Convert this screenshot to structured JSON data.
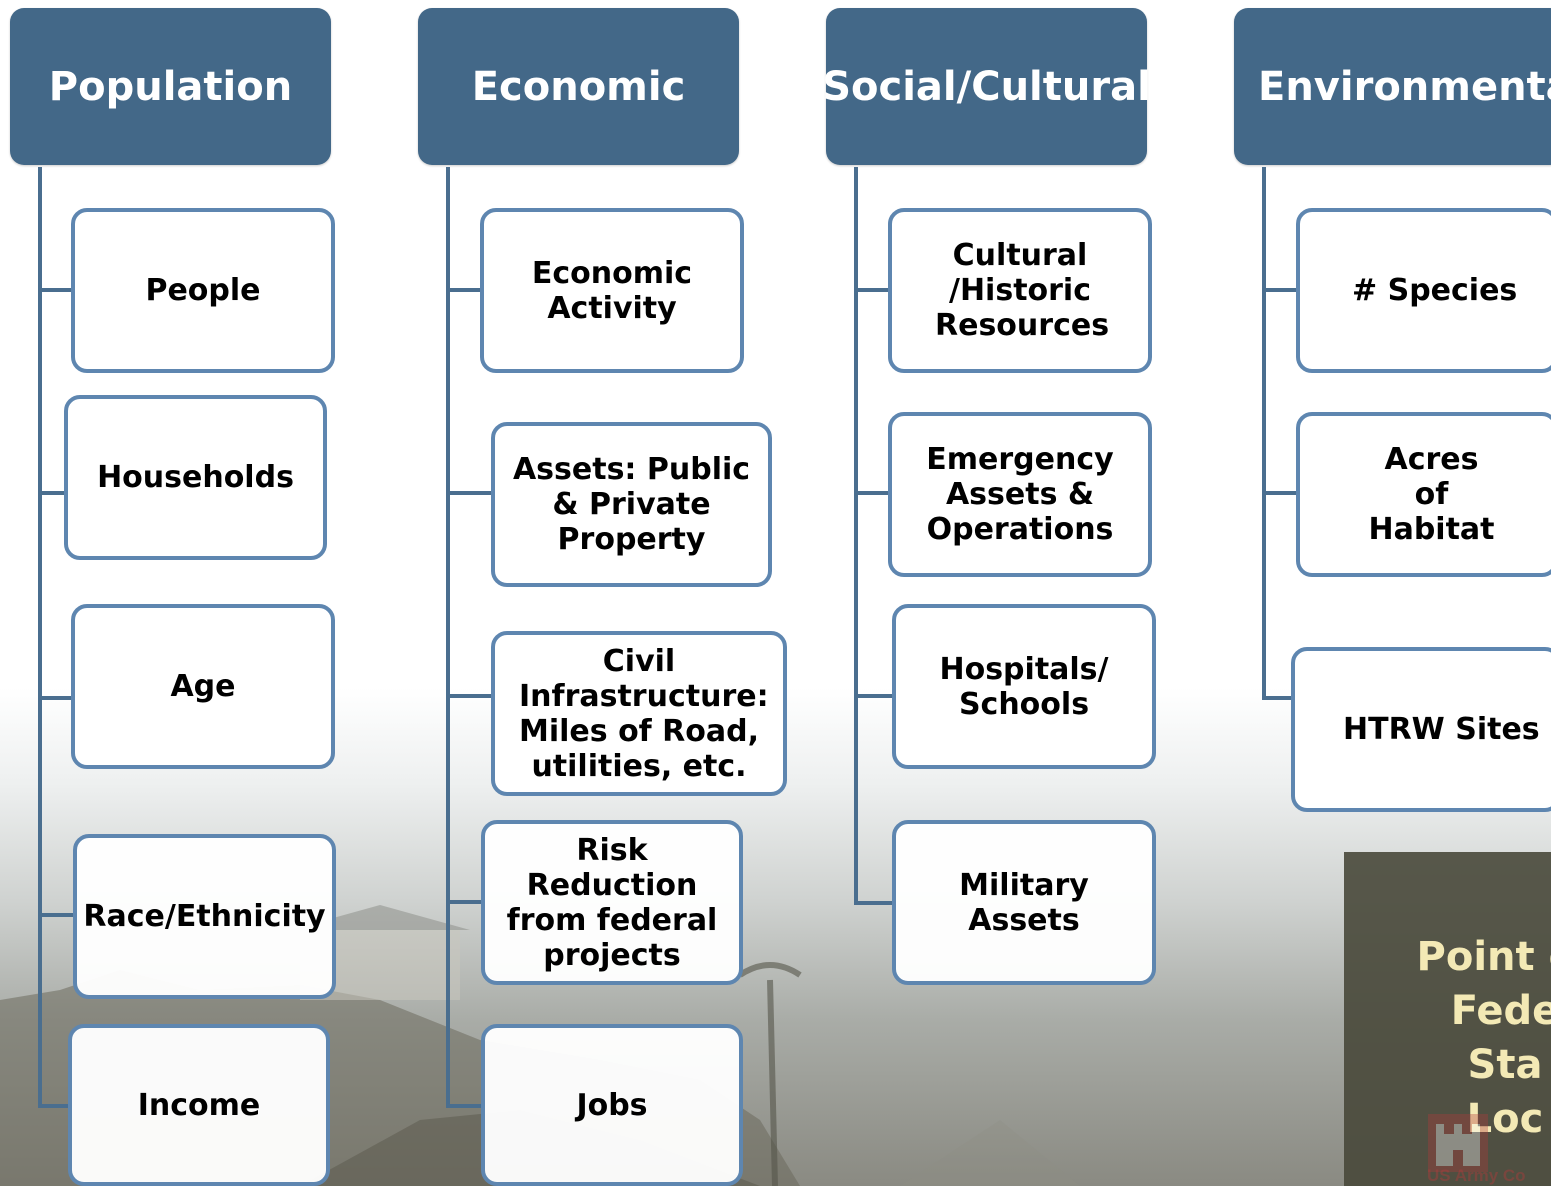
{
  "columns": [
    {
      "title": "Population",
      "items": [
        "People",
        "Households",
        "Age",
        "Race/Ethnicity",
        "Income"
      ]
    },
    {
      "title": "Economic",
      "items": [
        "Economic Activity",
        "Assets: Public & Private Property",
        "Civil Infrastructure: Miles of Road, utilities, etc.",
        "Risk Reduction from federal projects",
        "Jobs"
      ]
    },
    {
      "title": "Social/Cultural",
      "items": [
        "Cultural /Historic Resources",
        "Emergency Assets & Operations",
        "Hospitals/ Schools",
        "Military Assets"
      ]
    },
    {
      "title": "Environmental",
      "items": [
        "# Species",
        "Acres of Habitat",
        "HTRW Sites"
      ]
    }
  ],
  "callout": {
    "lines": "Point of\nFede\nSta\nLoc"
  },
  "logo": {
    "text": "US Army Co"
  },
  "colors": {
    "header": "#436888",
    "box_border": "#5e86b0",
    "connector": "#4a6e8f",
    "callout_bg": "#48483a",
    "callout_text": "#f3e9b5"
  }
}
